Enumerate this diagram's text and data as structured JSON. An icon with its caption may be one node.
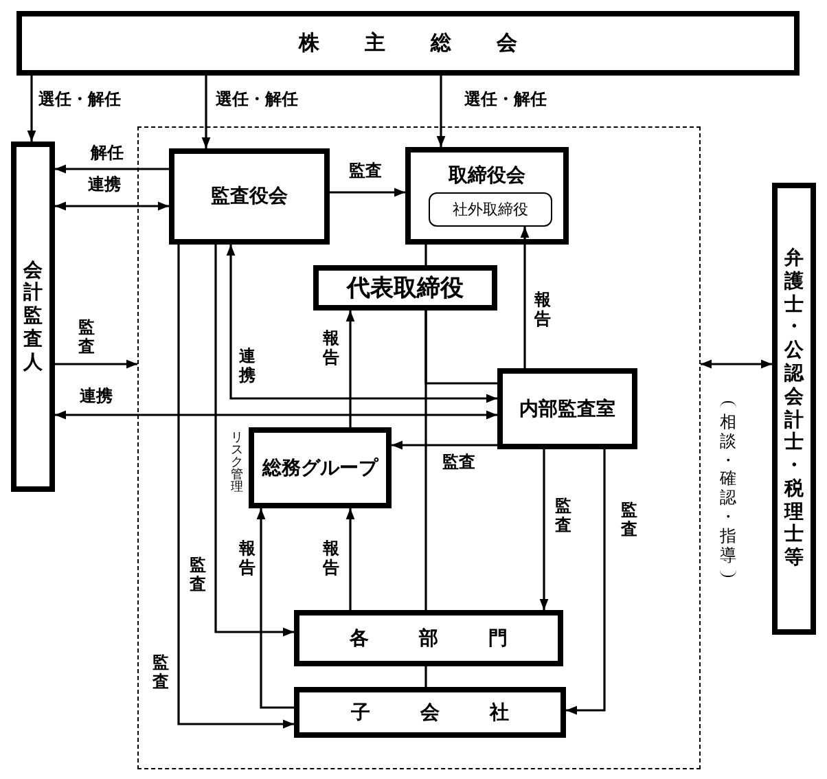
{
  "diagram": {
    "nodes": [
      {
        "text": [
          "株主総会"
        ]
      },
      {
        "text": [
          "会計監査人"
        ]
      },
      {
        "text": [],
        "shape": "box"
      },
      {
        "text": [
          "監査役会"
        ],
        "in": 2
      },
      {
        "text": [
          "取締役会"
        ],
        "in": 2
      },
      {
        "text": [
          "社外取締役"
        ],
        "in": 4
      },
      {
        "text": [
          "代表取締役"
        ],
        "in": 2
      },
      {
        "text": [
          "内部監査室"
        ],
        "in": 2
      },
      {
        "text": [
          "総務グループ"
        ],
        "in": 2,
        "beside": [
          "リスク管理"
        ]
      },
      {
        "text": [
          "各部門"
        ],
        "in": 2
      },
      {
        "text": [
          "子会社"
        ],
        "in": 2
      },
      {
        "text": [
          "弁護士・公認会計士・税理士等"
        ]
      }
    ],
    "edges": [
      {
        "from": 0,
        "to": 1,
        "arrow": "to",
        "label": "選任・解任"
      },
      {
        "from": 0,
        "to": 3,
        "arrow": "to",
        "label": "選任・解任"
      },
      {
        "from": 0,
        "to": 4,
        "arrow": "to",
        "label": "選任・解任"
      },
      {
        "from": 3,
        "to": 1,
        "arrow": "to",
        "label": "解任"
      },
      {
        "from": 3,
        "to": 1,
        "arrow": "both",
        "label": "連携"
      },
      {
        "from": 3,
        "to": 4,
        "arrow": "to",
        "label": "監査"
      },
      {
        "from": 1,
        "to": 2,
        "arrow": "to",
        "label": "監査"
      },
      {
        "from": 3,
        "to": 7,
        "arrow": "both",
        "label": "連携"
      },
      {
        "from": 1,
        "to": 7,
        "arrow": "both",
        "label": "連携"
      },
      {
        "from": 4,
        "to": 6,
        "arrow": "none"
      },
      {
        "from": 6,
        "to": 7,
        "arrow": "none"
      },
      {
        "from": 6,
        "to": 9,
        "arrow": "none"
      },
      {
        "from": 9,
        "to": 10,
        "arrow": "none"
      },
      {
        "from": 8,
        "to": 6,
        "arrow": "to",
        "label": "報告"
      },
      {
        "from": 7,
        "to": 5,
        "arrow": "to",
        "label": "報告"
      },
      {
        "from": 7,
        "to": 8,
        "arrow": "to",
        "label": "監査"
      },
      {
        "from": 7,
        "to": 9,
        "arrow": "to",
        "label": "監査"
      },
      {
        "from": 7,
        "to": 10,
        "arrow": "to",
        "label": "監査"
      },
      {
        "from": 3,
        "to": 9,
        "arrow": "to",
        "label": "監査"
      },
      {
        "from": 3,
        "to": 10,
        "arrow": "to",
        "label": "監査"
      },
      {
        "from": 9,
        "to": 8,
        "arrow": "to",
        "label": "報告"
      },
      {
        "from": 10,
        "to": 8,
        "arrow": "to",
        "label": "報告"
      },
      {
        "from": 2,
        "to": 11,
        "arrow": "both",
        "label": "相談・確認・指導"
      }
    ]
  }
}
